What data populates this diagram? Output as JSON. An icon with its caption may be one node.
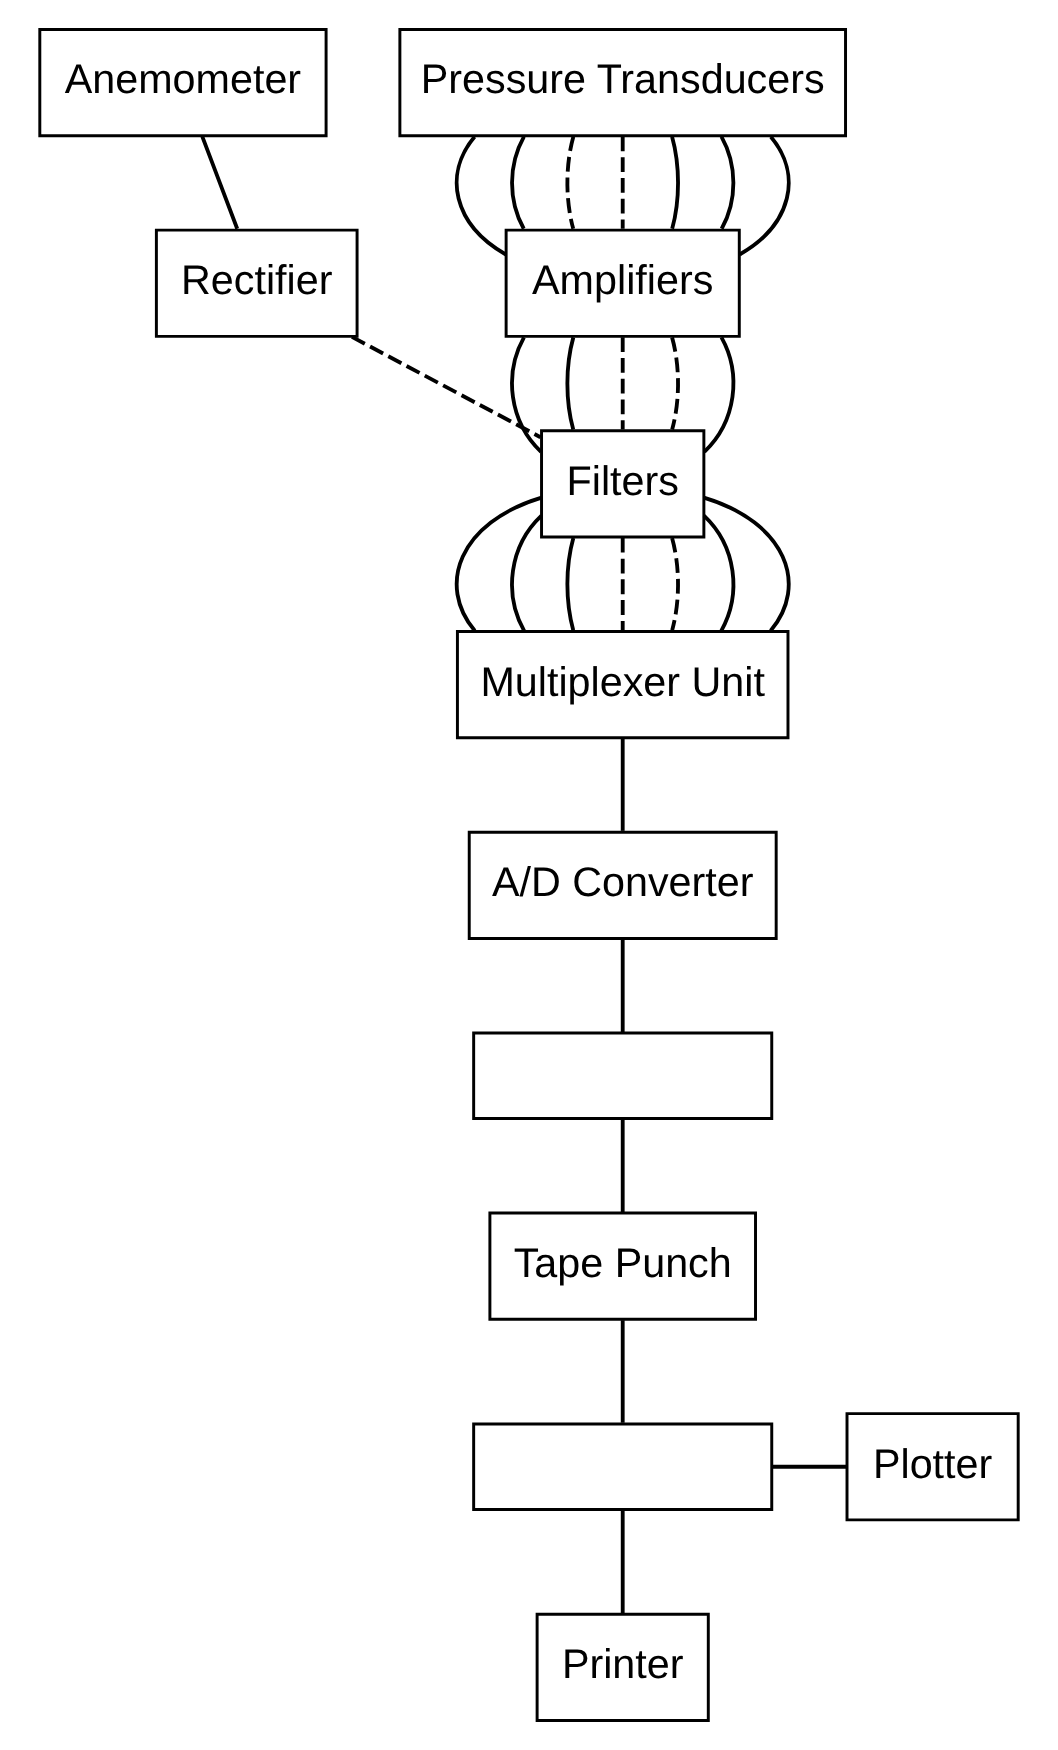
{
  "diagram": {
    "nodes": [
      {
        "text": [
          "Anemometer"
        ]
      },
      {
        "text": [
          "Pressure Transducers"
        ]
      },
      {
        "text": [
          "Rectifier"
        ]
      },
      {
        "text": [
          "Amplifiers"
        ]
      },
      {
        "text": [
          "Filters"
        ]
      },
      {
        "text": [
          "Multiplexer Unit"
        ]
      },
      {
        "text": [
          "A/D Converter"
        ]
      },
      {
        "text": [],
        "shape": "box"
      },
      {
        "text": [
          "Tape Punch"
        ]
      },
      {
        "text": [],
        "shape": "box"
      },
      {
        "text": [
          "Plotter"
        ]
      },
      {
        "text": [
          "Printer"
        ]
      }
    ],
    "edges": [
      {
        "from": 0,
        "to": 2,
        "arrow": "none"
      },
      {
        "from": 1,
        "to": 3,
        "arrow": "none"
      },
      {
        "from": 1,
        "to": 3,
        "arrow": "none"
      },
      {
        "from": 1,
        "to": 3,
        "arrow": "none",
        "style": "dashed"
      },
      {
        "from": 1,
        "to": 3,
        "arrow": "none",
        "style": "dashed"
      },
      {
        "from": 1,
        "to": 3,
        "arrow": "none"
      },
      {
        "from": 1,
        "to": 3,
        "arrow": "none"
      },
      {
        "from": 1,
        "to": 3,
        "arrow": "none"
      },
      {
        "from": 2,
        "to": 4,
        "arrow": "none",
        "style": "dashed"
      },
      {
        "from": 3,
        "to": 4,
        "arrow": "none"
      },
      {
        "from": 3,
        "to": 4,
        "arrow": "none"
      },
      {
        "from": 3,
        "to": 4,
        "arrow": "none",
        "style": "dashed"
      },
      {
        "from": 3,
        "to": 4,
        "arrow": "none",
        "style": "dashed"
      },
      {
        "from": 3,
        "to": 4,
        "arrow": "none"
      },
      {
        "from": 4,
        "to": 5,
        "arrow": "none"
      },
      {
        "from": 4,
        "to": 5,
        "arrow": "none"
      },
      {
        "from": 4,
        "to": 5,
        "arrow": "none"
      },
      {
        "from": 4,
        "to": 5,
        "arrow": "none",
        "style": "dashed"
      },
      {
        "from": 4,
        "to": 5,
        "arrow": "none",
        "style": "dashed"
      },
      {
        "from": 4,
        "to": 5,
        "arrow": "none"
      },
      {
        "from": 4,
        "to": 5,
        "arrow": "none"
      },
      {
        "from": 5,
        "to": 6,
        "arrow": "none"
      },
      {
        "from": 6,
        "to": 7,
        "arrow": "none"
      },
      {
        "from": 7,
        "to": 8,
        "arrow": "none"
      },
      {
        "from": 8,
        "to": 9,
        "arrow": "none"
      },
      {
        "from": 9,
        "to": 10,
        "arrow": "none"
      },
      {
        "from": 9,
        "to": 11,
        "arrow": "none"
      }
    ]
  }
}
